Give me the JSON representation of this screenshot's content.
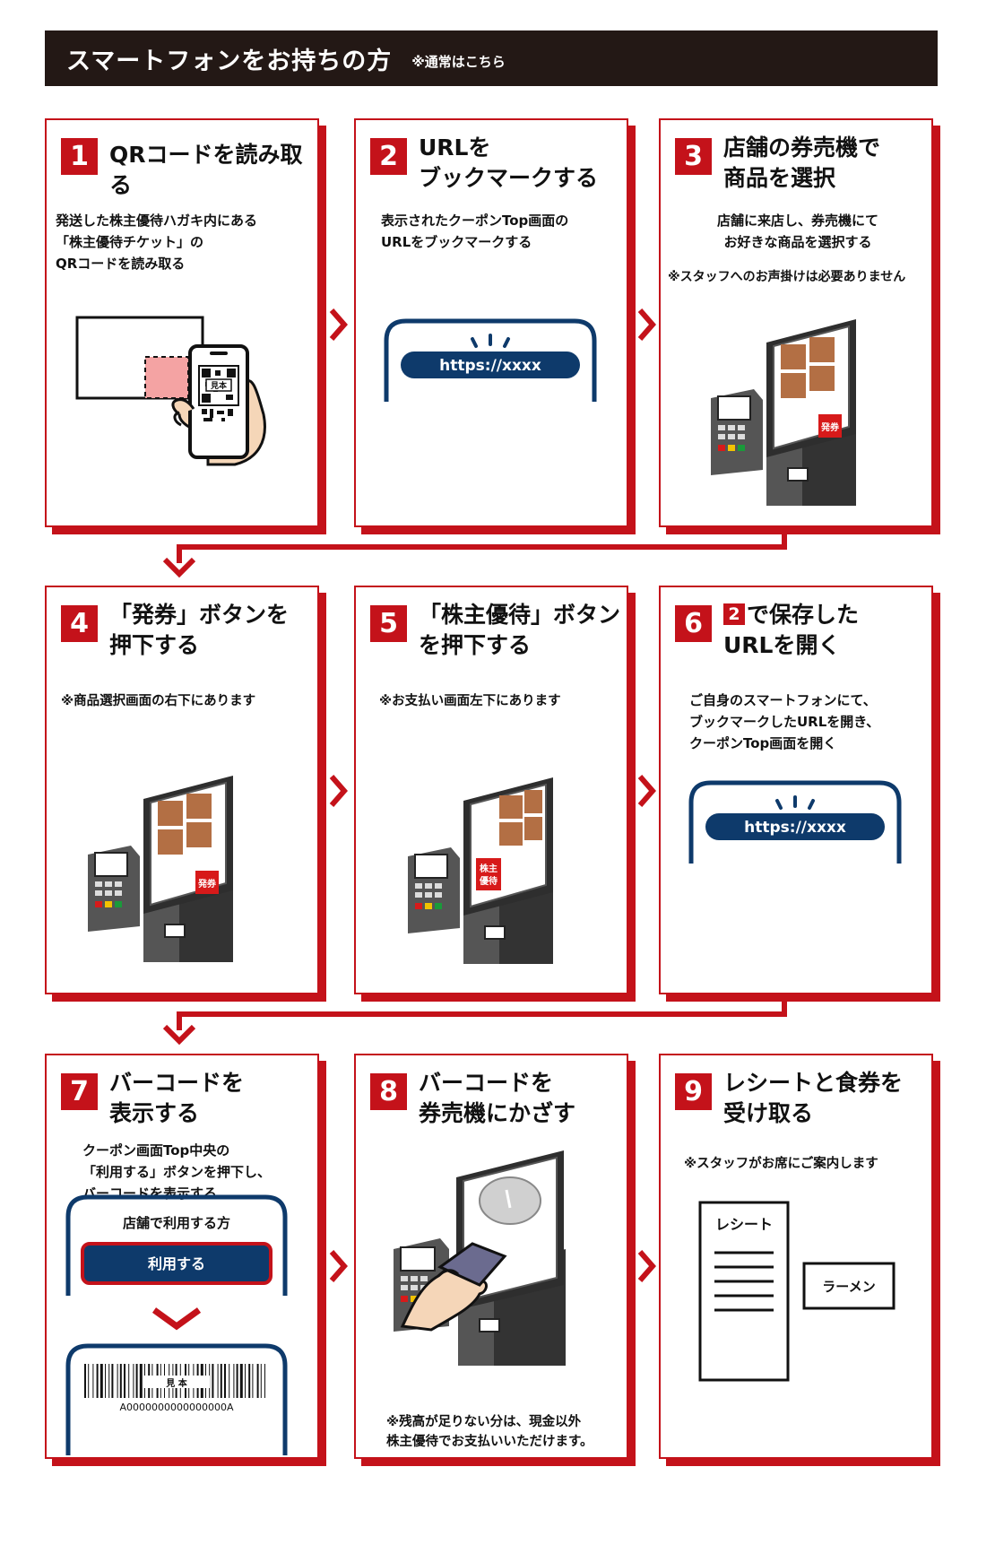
{
  "header": {
    "title": "スマートフォンをお持ちの方",
    "subtitle": "※通常はこちら"
  },
  "steps": [
    {
      "num": "1",
      "title": "QRコードを読み取る",
      "desc": "発送した株主優待ハガキ内にある\n「株主優待チケット」の\nQRコードを読み取る",
      "qr_label": "見本"
    },
    {
      "num": "2",
      "title": "URLを\nブックマークする",
      "desc": "表示されたクーポンTop画面の\nURLをブックマークする",
      "url": "https://xxxx"
    },
    {
      "num": "3",
      "title": "店舗の券売機で\n商品を選択",
      "desc": "店舗に来店し、券売機にて\nお好きな商品を選択する",
      "note": "※スタッフへのお声掛けは必要ありません",
      "button_label": "発券"
    },
    {
      "num": "4",
      "title": "「発券」ボタンを\n押下する",
      "note": "※商品選択画面の右下にあります",
      "button_label": "発券"
    },
    {
      "num": "5",
      "title": "「株主優待」ボタン\nを押下する",
      "note": "※お支払い画面左下にあります",
      "button_label_1": "株主",
      "button_label_2": "優待"
    },
    {
      "num": "6",
      "title_ref": "2",
      "title_rest": "で保存した",
      "title_line2": "URLを開く",
      "desc": "ご自身のスマートフォンにて、\nブックマークしたURLを開き、\nクーポンTop画面を開く",
      "url": "https://xxxx"
    },
    {
      "num": "7",
      "title": "バーコードを\n表示する",
      "desc": "クーポン画面Top中央の\n「利用する」ボタンを押下し、\nバーコードを表示する",
      "panel_label": "店舗で利用する方",
      "use_button": "利用する",
      "barcode_label": "見 本",
      "barcode_number": "A0000000000000000A"
    },
    {
      "num": "8",
      "title": "バーコードを\n券売機にかざす",
      "note": "※残高が足りない分は、現金以外\n株主優待でお支払いいただけます。"
    },
    {
      "num": "9",
      "title": "レシートと食券を\n受け取る",
      "note": "※スタッフがお席にご案内します",
      "receipt_label": "レシート",
      "ticket_label": "ラーメン"
    }
  ],
  "colors": {
    "accent": "#c4121a",
    "header_bg": "#231815",
    "navy": "#0e3a6b"
  }
}
